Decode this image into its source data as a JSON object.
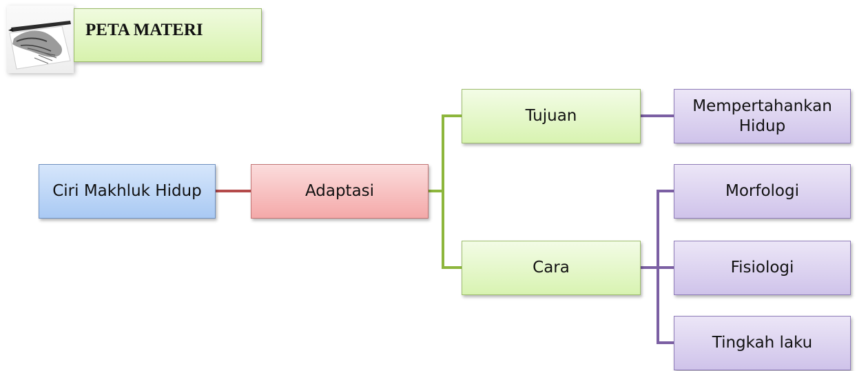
{
  "header": {
    "title": "PETA MATERI",
    "image_icon": "hand-writing-with-pen-icon"
  },
  "colors": {
    "root": "#a9c9f3",
    "level1": "#f4a9a9",
    "level2": "#d8f3b1",
    "level3": "#cfc3ea",
    "connector_red": "#b44a4a",
    "connector_green": "#8db63c",
    "connector_purple": "#7b5fa3"
  },
  "nodes": {
    "root": "Ciri Makhluk Hidup",
    "adaptasi": "Adaptasi",
    "tujuan": "Tujuan",
    "cara": "Cara",
    "mempertahankan_line1": "Mempertahankan",
    "mempertahankan_line2": "Hidup",
    "morfologi": "Morfologi",
    "fisiologi": "Fisiologi",
    "tingkah_laku": "Tingkah laku"
  }
}
